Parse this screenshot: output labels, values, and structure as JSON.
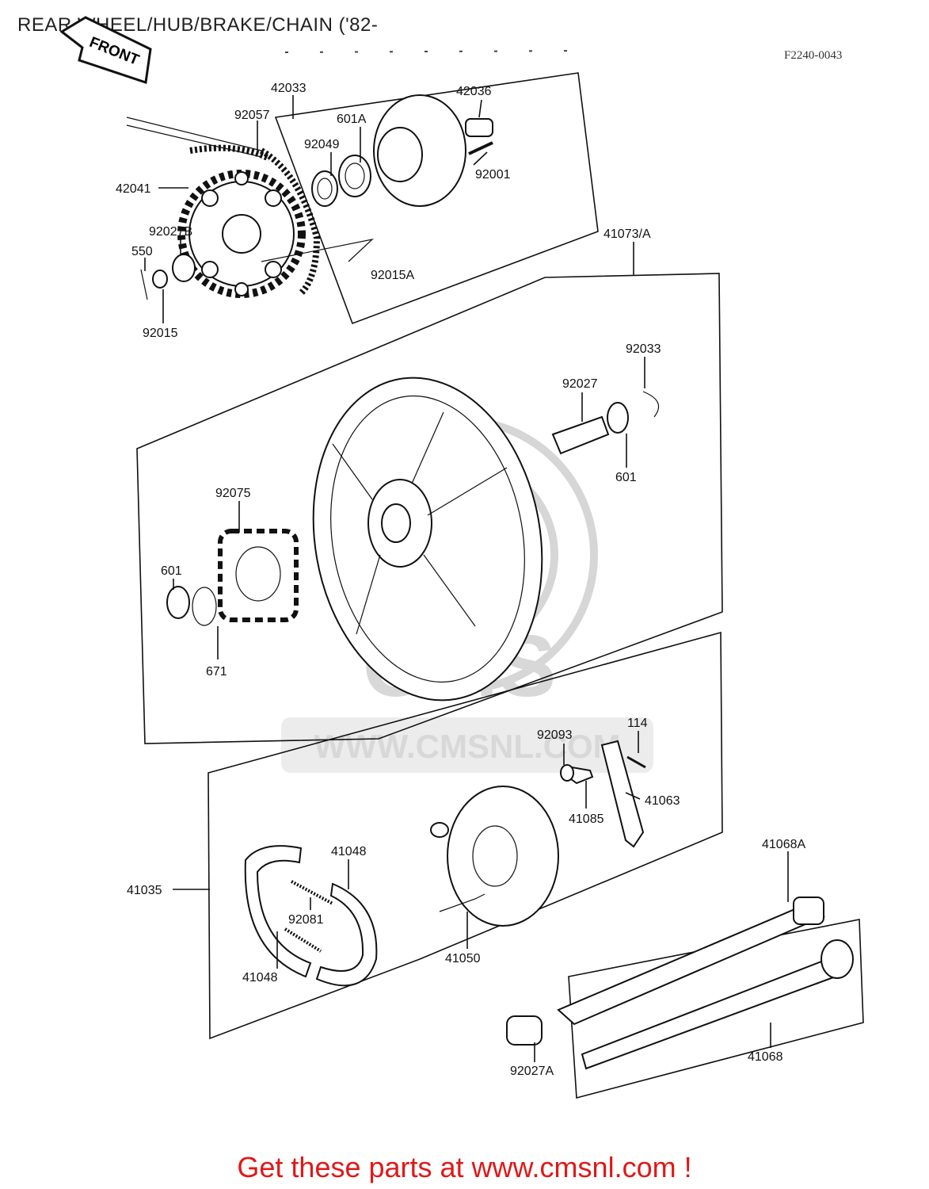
{
  "title": "REAR WHEEL/HUB/BRAKE/CHAIN ('82-",
  "ref_code": "F2240-0043",
  "front_arrow": "FRONT",
  "watermark": {
    "logo": "CMS",
    "url": "WWW.CMSNL.COM"
  },
  "footer": "Get these parts at www.cmsnl.com !",
  "parts": {
    "p42033": "42033",
    "p42036": "42036",
    "p92057": "92057",
    "p601A": "601A",
    "p92049": "92049",
    "p92001": "92001",
    "p42041": "42041",
    "p92027B": "92027B",
    "p550": "550",
    "p92015A": "92015A",
    "p92015": "92015",
    "p41073A": "41073/A",
    "p92033": "92033",
    "p92027": "92027",
    "p601_right": "601",
    "p92075": "92075",
    "p601_left": "601",
    "p671": "671",
    "p114": "114",
    "p92093": "92093",
    "p41063": "41063",
    "p41085": "41085",
    "p41068A": "41068A",
    "p41048_top": "41048",
    "p41035": "41035",
    "p92081": "92081",
    "p41048_bottom": "41048",
    "p41050": "41050",
    "p41068": "41068",
    "p92027A": "92027A"
  }
}
